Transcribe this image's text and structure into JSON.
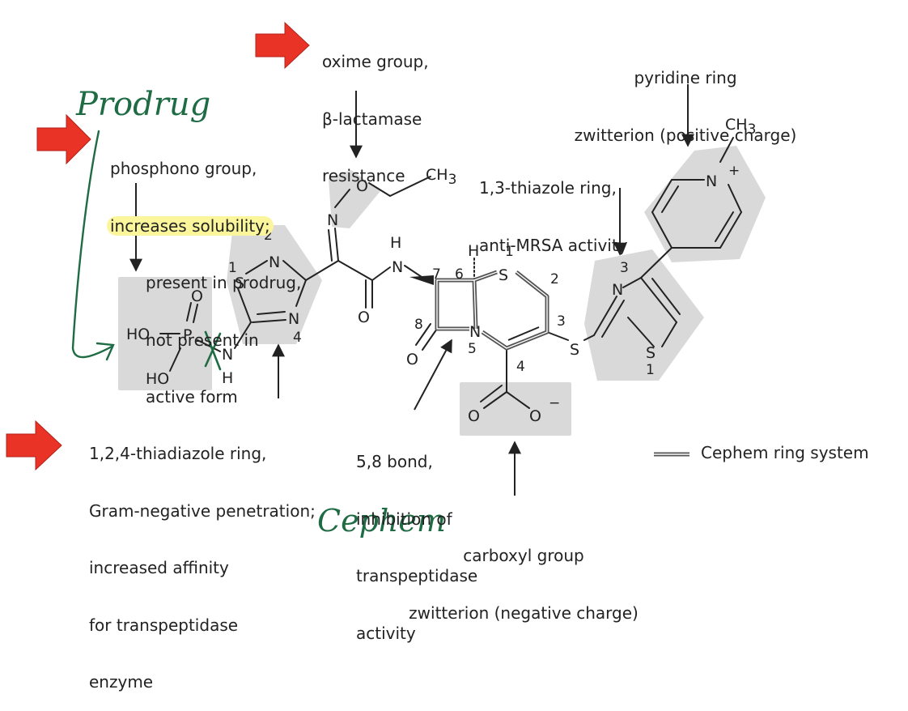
{
  "annotations": {
    "oxime": [
      "oxime group,",
      "β-lactamase",
      "resistance"
    ],
    "pyridine": [
      "pyridine ring",
      "zwitterion (positive charge)"
    ],
    "phosphono": {
      "line1": "phosphono group,",
      "highlight": "increases solubility;",
      "rest": [
        "present in prodrug,",
        "not present in",
        "active form"
      ]
    },
    "thiazole": [
      "1,3-thiazole ring,",
      "anti-MRSA activity"
    ],
    "thiadiazole": [
      "1,2,4-thiadiazole ring,",
      "Gram-negative penetration;",
      "increased affinity",
      "for transpeptidase",
      "enzyme"
    ],
    "bond58": [
      "5,8 bond,",
      "inhibition of",
      "transpeptidase",
      "activity"
    ],
    "carboxyl": [
      "carboxyl group",
      "zwitterion (negative charge)"
    ]
  },
  "legend": {
    "label": "Cephem ring system"
  },
  "handwriting": {
    "top": "Prodrug",
    "bottom": "Cephem"
  },
  "atoms": {
    "ho1": "HO",
    "ho2": "HO",
    "p": "P",
    "o_p": "O",
    "nh_n": "N",
    "nh_h": "H",
    "s1": "S",
    "n2": "N",
    "n4": "N",
    "o_oxime": "O",
    "n_oxime": "N",
    "ch3_top": "CH",
    "o_amide": "O",
    "nh_amide_n": "N",
    "nh_amide_h": "H",
    "h6": "H",
    "s_ring": "S",
    "n_ring": "N",
    "o_lactam": "O",
    "s_link": "S",
    "o_carb1": "O",
    "o_carb2": "O",
    "n3_thz": "N",
    "s1_thz": "S",
    "n_pyr": "N",
    "ch3_pyr": "CH",
    "sub3": "3",
    "plus": "+",
    "minus": "−"
  },
  "locants": {
    "t1": "1",
    "t2": "2",
    "t4": "4",
    "c1": "1",
    "c2": "2",
    "c3": "3",
    "c4": "4",
    "c5": "5",
    "c6": "6",
    "c7": "7",
    "c8": "8",
    "z1": "1",
    "z3": "3"
  },
  "colors": {
    "highlight": "#fbf59b",
    "shade": "#d9d9d9",
    "arrow": "#e83326",
    "ink": "#1e6b44",
    "cephem": "#555555"
  }
}
